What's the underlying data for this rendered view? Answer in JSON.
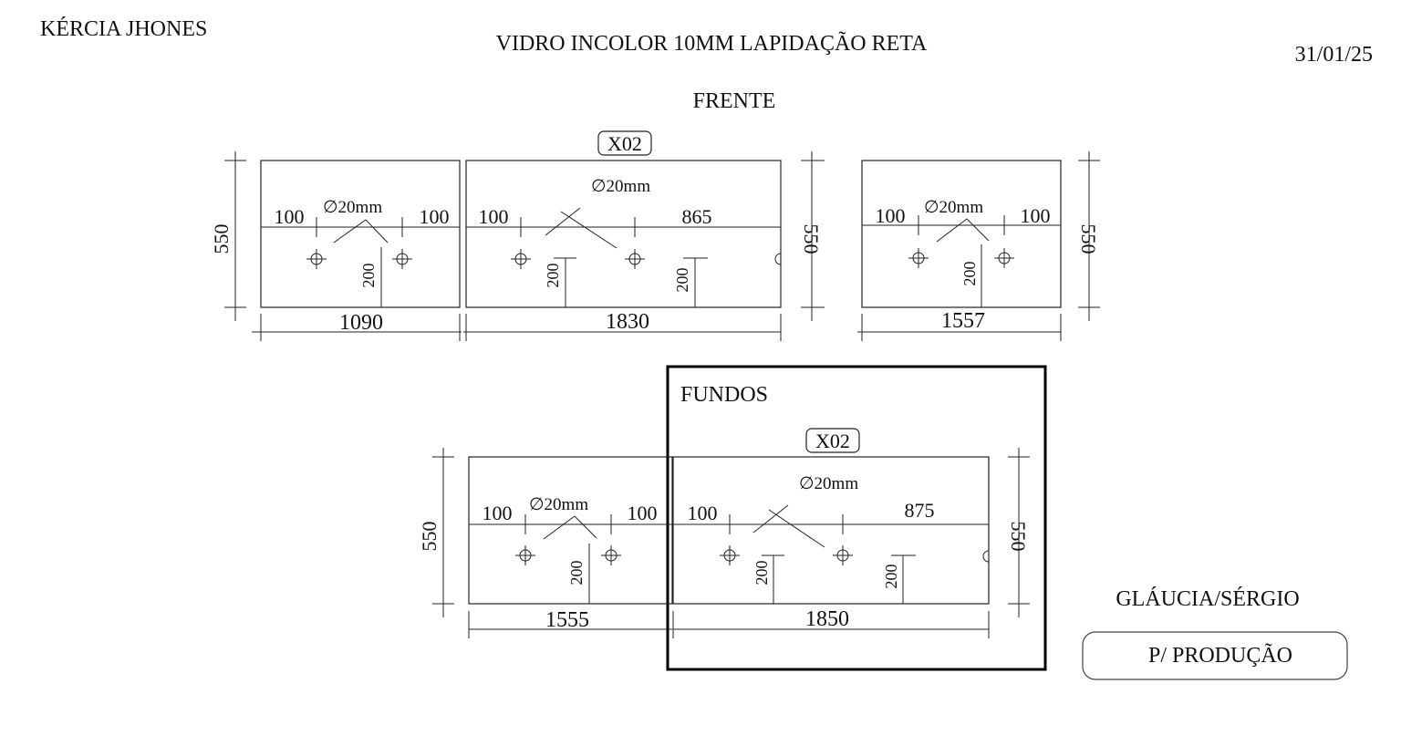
{
  "header": {
    "client": "KÉRCIA JHONES",
    "material": "VIDRO INCOLOR 10MM LAPIDAÇÃO RETA",
    "date": "31/01/25"
  },
  "front": {
    "title": "FRENTE",
    "tag": "X02",
    "panels": [
      {
        "width": "1090",
        "height": "550",
        "left_offset": "100",
        "right_offset": "100",
        "hole": "∅20mm",
        "depth": "200"
      },
      {
        "width": "1830",
        "height": "550",
        "left_offset": "100",
        "right_offset": "865",
        "hole": "∅20mm",
        "depth_a": "200",
        "depth_b": "200"
      },
      {
        "width": "1557",
        "height": "550",
        "left_offset": "100",
        "right_offset": "100",
        "hole": "∅20mm",
        "depth": "200"
      }
    ]
  },
  "back": {
    "title": "FUNDOS",
    "tag": "X02",
    "panels": [
      {
        "width": "1555",
        "height": "550",
        "left_offset": "100",
        "right_offset": "100",
        "hole": "∅20mm",
        "depth": "200"
      },
      {
        "width": "1850",
        "height": "550",
        "left_offset": "100",
        "right_offset": "875",
        "hole": "∅20mm",
        "depth_a": "200",
        "depth_b": "200"
      }
    ]
  },
  "footer": {
    "names": "GLÁUCIA/SÉRGIO",
    "status": "P/ PRODUÇÃO"
  }
}
